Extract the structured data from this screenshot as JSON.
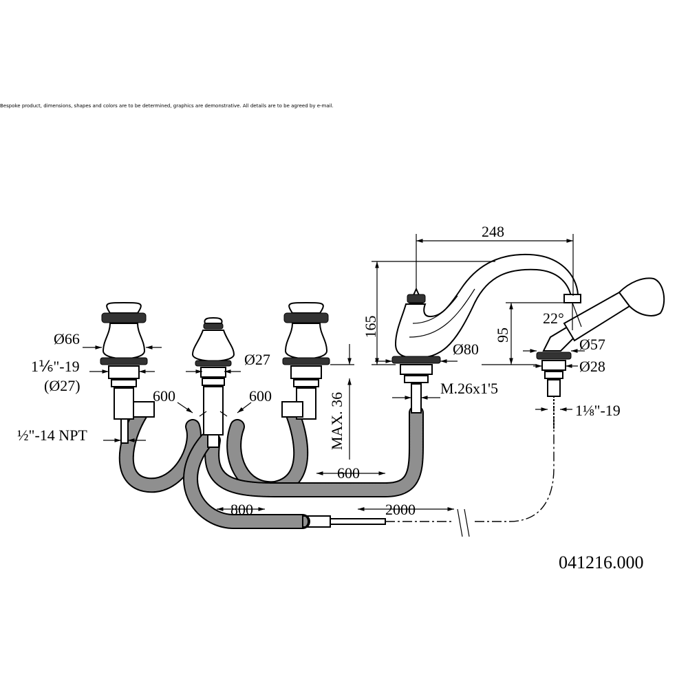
{
  "disclaimer": "Bespoke product, dimensions, shapes and colors are to be determined, graphics are demonstrative. All details are to be agreed by e-mail.",
  "product_code": "041216.000",
  "dimensions": {
    "spout_reach": "248",
    "spout_height": "165",
    "handshower_height": "95",
    "angle": "22°",
    "handle_diameter": "Ø66",
    "thread_handle": "1⅙\"-19",
    "thread_handle_dia": "(Ø27)",
    "inlet_npt": "½\"-14 NPT",
    "valve_diameter": "Ø27",
    "hose_left": "600",
    "hose_right": "600",
    "max_deck": "MAX. 36",
    "spout_base_dia": "Ø80",
    "spout_thread": "M.26x1'5",
    "spout_hose": "600",
    "handshower_base_dia": "Ø57",
    "handshower_holder_dia": "Ø28",
    "handshower_thread": "1⅛\"-19",
    "diverter_hose": "800",
    "handshower_hose": "2000"
  }
}
